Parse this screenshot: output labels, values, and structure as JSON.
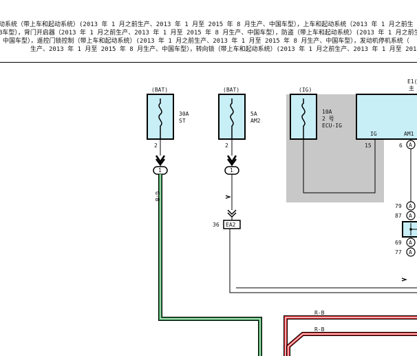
{
  "header_lines": [
    "动系统（带上车和起动系统）(2013 年 1 月之前生产、2013 年 1 月至 2015 年 8 月生产、中国车型），上车和起动系统（2013 年 1 月之前生",
    "B车型），背门开启器（2013 年 1 月之前生产、2013 年 1 月至 2015 年 8 月生产、中国车型），防盗（带上车和起动系统）(2013 年 1 月之前生",
    "中国车型），遥控门锁控制（带上车和起动系统）(2013 年 1 月之前生产、2013 年 1 月至 2015 年 8 月生产、中国车型），发动机停机系统（",
    "生产、2013 年 1 月至 2015 年 8 月生产、中国车型），转向锁（带上车和起动系统）(2013 年 1 月之前生产、2013 年 1 月至 2015"
  ],
  "fuses": [
    {
      "source": "(BAT)",
      "rating": "30A",
      "name": "ST",
      "pin": "2",
      "connector": "1"
    },
    {
      "source": "(BAT)",
      "rating": "5A",
      "name": "AM2",
      "pin": "2",
      "connector": "1"
    },
    {
      "source": "(IG)",
      "rating": "10A",
      "name_line1": "2 号",
      "name_line2": "ECU-IG",
      "pin": "15"
    }
  ],
  "ecu": {
    "ref": "E1(",
    "label": "主",
    "pin_ig": "IG",
    "pin_am1": "AM1",
    "am1_number": "6"
  },
  "terminal_letter": "A",
  "terminal_pins": [
    "79",
    "87",
    "69",
    "77"
  ],
  "junction": {
    "pin": "36",
    "label": "EA2"
  },
  "wire_labels": {
    "green": "G-B",
    "red_1": "R-B",
    "red_2": "R-B"
  },
  "colors": {
    "green": "#1f8a3a",
    "red": "#d6262a",
    "fuse_fill": "#c8eef6",
    "shade": "#c8c8c8"
  }
}
